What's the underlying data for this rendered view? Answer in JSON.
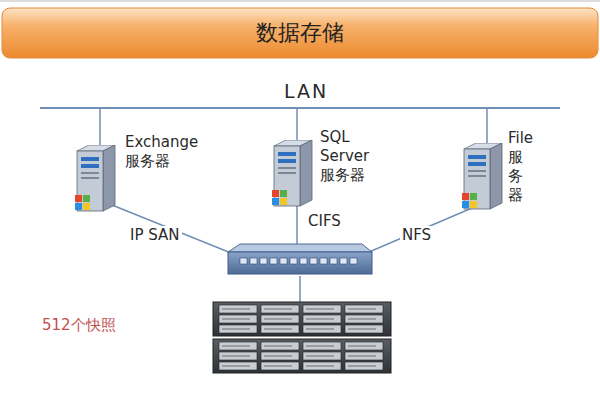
{
  "diagram": {
    "title": "数据存储",
    "nodes": [
      {
        "text": [
          "Exchange 服务器"
        ]
      },
      {
        "text": [
          "SQL Server 服务器"
        ]
      },
      {
        "text": [
          "File 服务器"
        ]
      }
    ],
    "labels": [
      "LAN",
      "IP SAN",
      "CIFS",
      "NFS",
      "512个快照"
    ]
  }
}
